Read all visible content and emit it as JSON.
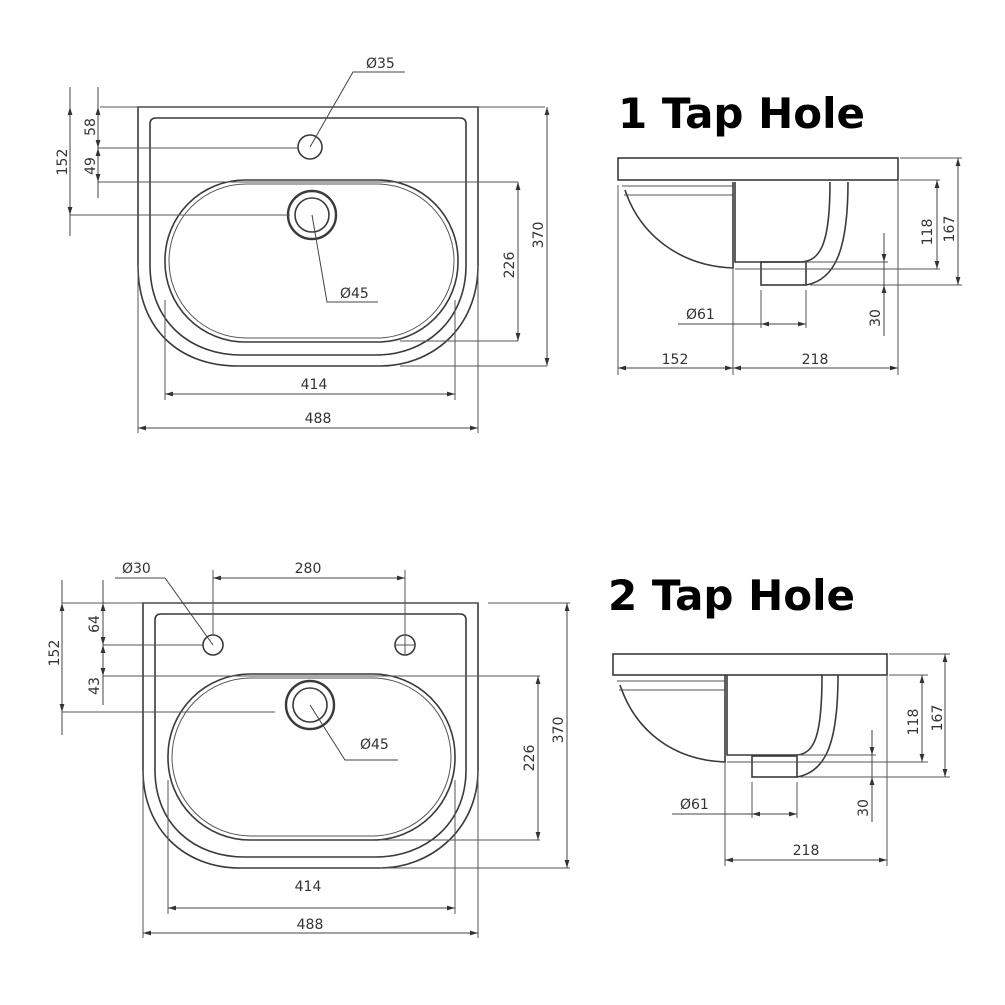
{
  "one_tap": {
    "title": "1 Tap Hole",
    "plan": {
      "tap_dia": "Ø35",
      "waste_dia": "Ø45",
      "d152": "152",
      "d58": "58",
      "d49": "49",
      "d226": "226",
      "d370": "370",
      "d414": "414",
      "d488": "488"
    },
    "side": {
      "waste_dia": "Ø61",
      "d152": "152",
      "d218": "218",
      "d118": "118",
      "d167": "167",
      "d30": "30"
    }
  },
  "two_tap": {
    "title": "2 Tap Hole",
    "plan": {
      "tap_dia": "Ø30",
      "tap_spacing": "280",
      "waste_dia": "Ø45",
      "d152": "152",
      "d64": "64",
      "d43": "43",
      "d226": "226",
      "d370": "370",
      "d414": "414",
      "d488": "488"
    },
    "side": {
      "waste_dia": "Ø61",
      "d218": "218",
      "d118": "118",
      "d167": "167",
      "d30": "30"
    }
  }
}
